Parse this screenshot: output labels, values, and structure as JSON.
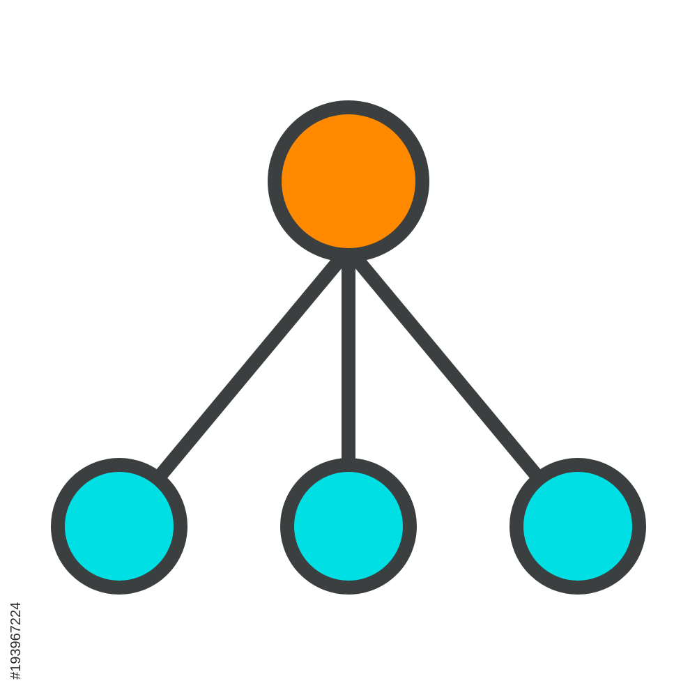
{
  "diagram": {
    "type": "hierarchy",
    "root": {
      "name": "root-node",
      "fill": "#FF8A00"
    },
    "children": [
      {
        "name": "child-node-left",
        "fill": "#00E0E4"
      },
      {
        "name": "child-node-center",
        "fill": "#00E0E4"
      },
      {
        "name": "child-node-right",
        "fill": "#00E0E4"
      }
    ],
    "colors": {
      "stroke": "#3C3F40",
      "root_fill": "#FF8A00",
      "child_fill": "#00E0E4",
      "background": "#FFFFFF"
    }
  },
  "watermark": {
    "stock_id": "#193967224"
  }
}
